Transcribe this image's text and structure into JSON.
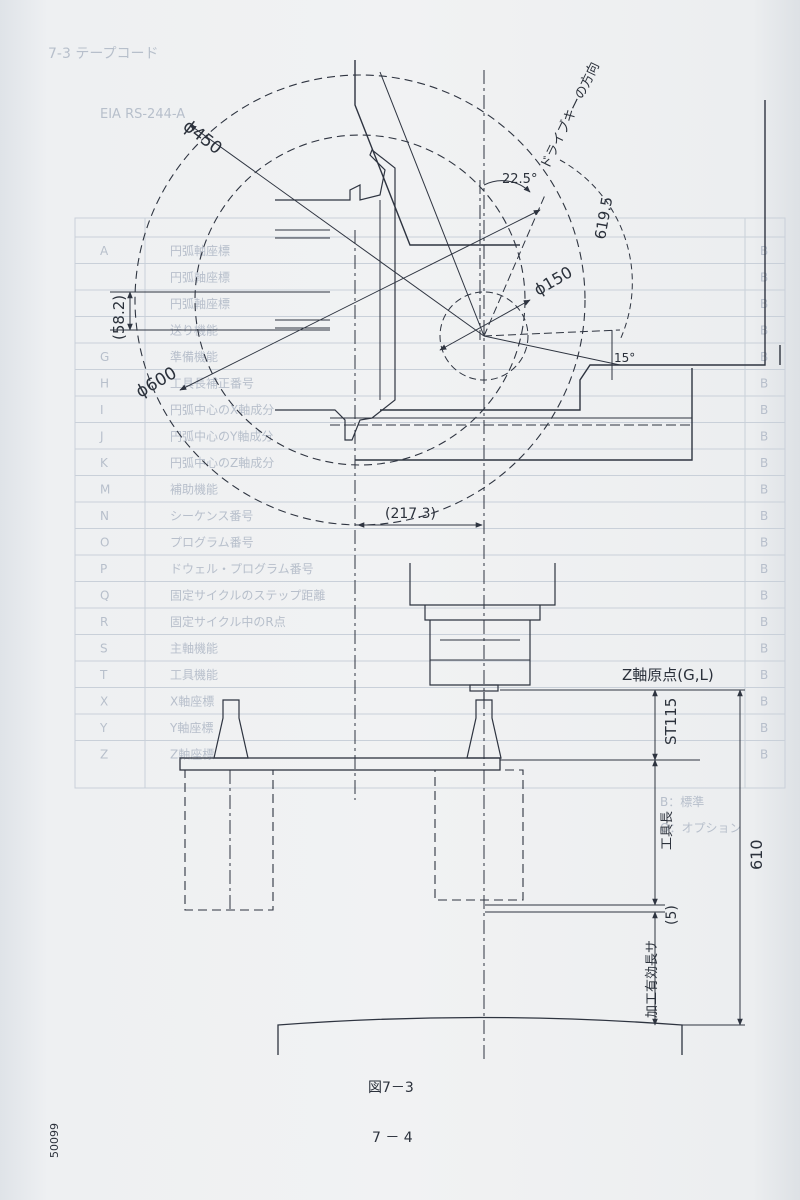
{
  "background_text": {
    "section_heading": "7-3 テープコード",
    "code_label": "EIA RS-244-A",
    "table_rows": [
      {
        "addr": "A",
        "desc": "円弧軸座標",
        "mark": "B"
      },
      {
        "addr": "",
        "desc": "円弧軸座標",
        "mark": "B"
      },
      {
        "addr": "",
        "desc": "円弧軸座標",
        "mark": "B"
      },
      {
        "addr": "",
        "desc": "送り機能",
        "mark": "B"
      },
      {
        "addr": "G",
        "desc": "準備機能",
        "mark": "B"
      },
      {
        "addr": "H",
        "desc": "工具長補正番号",
        "mark": "B"
      },
      {
        "addr": "I",
        "desc": "円弧中心のX軸成分",
        "mark": "B"
      },
      {
        "addr": "J",
        "desc": "円弧中心のY軸成分",
        "mark": "B"
      },
      {
        "addr": "K",
        "desc": "円弧中心のZ軸成分",
        "mark": "B"
      },
      {
        "addr": "M",
        "desc": "補助機能",
        "mark": "B"
      },
      {
        "addr": "N",
        "desc": "シーケンス番号",
        "mark": "B"
      },
      {
        "addr": "O",
        "desc": "プログラム番号",
        "mark": "B"
      },
      {
        "addr": "P",
        "desc": "ドウェル・プログラム番号",
        "mark": "B"
      },
      {
        "addr": "Q",
        "desc": "固定サイクルのステップ距離",
        "mark": "B"
      },
      {
        "addr": "R",
        "desc": "固定サイクル中のR点",
        "mark": "B"
      },
      {
        "addr": "S",
        "desc": "主軸機能",
        "mark": "B"
      },
      {
        "addr": "T",
        "desc": "工具機能",
        "mark": "B"
      },
      {
        "addr": "X",
        "desc": "X軸座標",
        "mark": "B"
      },
      {
        "addr": "Y",
        "desc": "Y軸座標",
        "mark": "B"
      },
      {
        "addr": "Z",
        "desc": "Z軸座標",
        "mark": "B"
      }
    ],
    "legend": [
      "B：標準",
      "O：オプション"
    ]
  },
  "dimensions": {
    "phi450": "ϕ450",
    "phi600": "ϕ600",
    "phi150": "ϕ150",
    "r619": "619.5",
    "ang225": "22.5°",
    "ang15": "15°",
    "d582": "(58.2)",
    "d2173": "(217.3)",
    "st115": "ST115",
    "d610": "610",
    "d5": "(5)"
  },
  "labels": {
    "drive_key": "ドライブキーの方向",
    "z_origin": "Z軸原点(G,L)",
    "tool_length": "工具長",
    "effective_length": "加工有効長サ"
  },
  "figure_caption": "図7－3",
  "page_number": "7 － 4",
  "margin_code": "50099"
}
